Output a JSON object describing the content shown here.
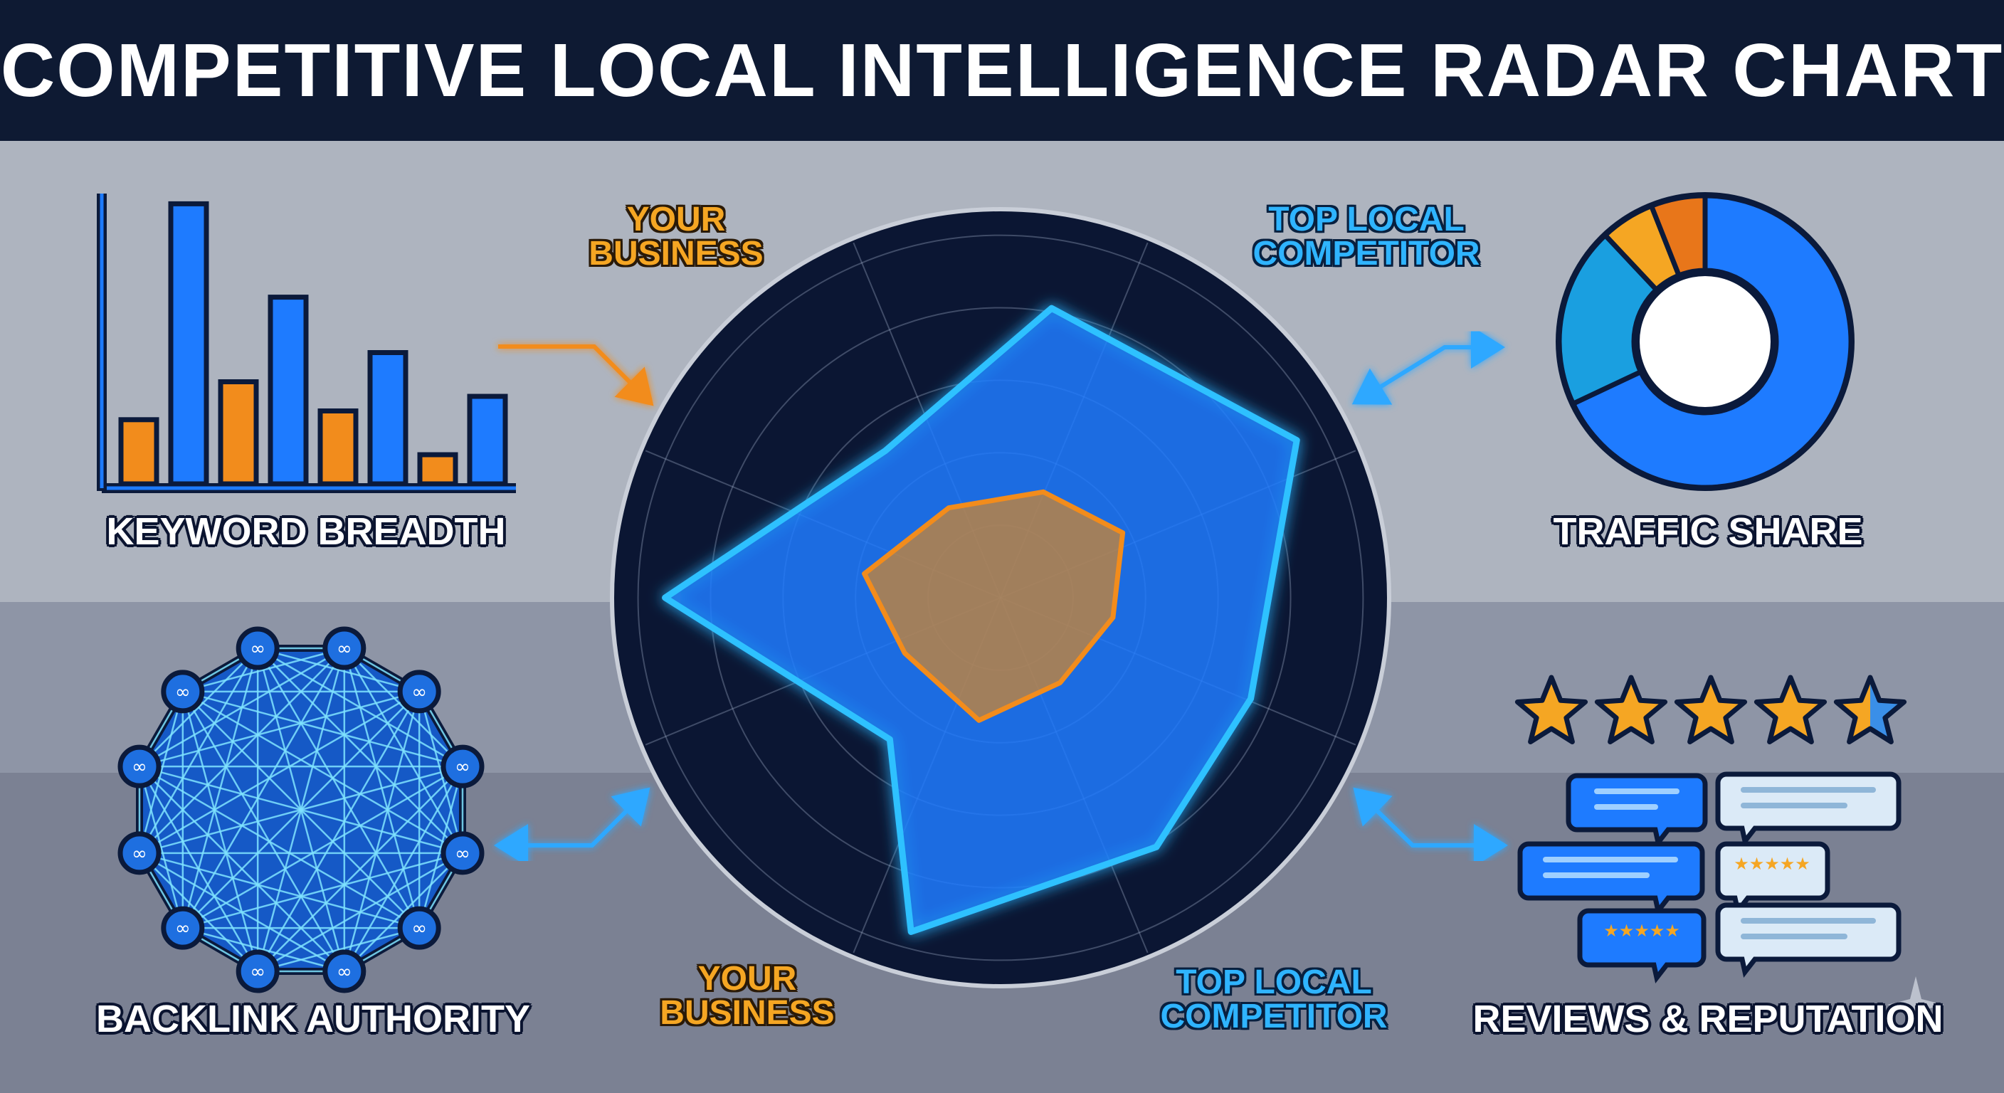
{
  "title": "COMPETITIVE LOCAL INTELLIGENCE RADAR CHART",
  "colors": {
    "header_bg": "#0e1a33",
    "your_business": "#f28c1c",
    "competitor": "#1e7bff",
    "competitor_outline": "#2fc1ff",
    "star": "#f5a623"
  },
  "radar": {
    "labels": {
      "your_business_top": [
        "YOUR",
        "BUSINESS"
      ],
      "competitor_top": [
        "TOP LOCAL",
        "COMPETITOR"
      ],
      "your_business_bottom": [
        "YOUR",
        "BUSINESS"
      ],
      "competitor_bottom": [
        "TOP LOCAL",
        "COMPETITOR"
      ]
    },
    "rings": 5,
    "axes": 8,
    "competitor_levels": [
      0.85,
      0.97,
      0.78,
      0.85,
      1.0,
      0.52,
      0.97,
      0.54
    ],
    "your_business_levels": [
      0.33,
      0.4,
      0.33,
      0.3,
      0.36,
      0.32,
      0.4,
      0.3
    ]
  },
  "panels": {
    "keyword_breadth": {
      "label": "KEYWORD BREADTH",
      "icon": "bar-chart-icon",
      "bars": [
        {
          "your_business": 0.22,
          "competitor": 0.96
        },
        {
          "your_business": 0.35,
          "competitor": 0.64
        },
        {
          "your_business": 0.25,
          "competitor": 0.45
        },
        {
          "your_business": 0.1,
          "competitor": 0.3
        }
      ]
    },
    "traffic_share": {
      "label": "TRAFFIC SHARE",
      "icon": "donut-chart-icon",
      "slices": [
        {
          "share": 0.68,
          "color": "#1e7bff"
        },
        {
          "share": 0.2,
          "color": "#1a9fe0"
        },
        {
          "share": 0.06,
          "color": "#f5a623"
        },
        {
          "share": 0.06,
          "color": "#e8761a"
        }
      ]
    },
    "backlink_authority": {
      "label": "BACKLINK AUTHORITY",
      "icon": "link-network-icon",
      "nodes": 12
    },
    "reviews_reputation": {
      "label": "REVIEWS & REPUTATION",
      "icon": "review-bubbles-icon",
      "rating": 4.5,
      "max_rating": 5
    }
  }
}
